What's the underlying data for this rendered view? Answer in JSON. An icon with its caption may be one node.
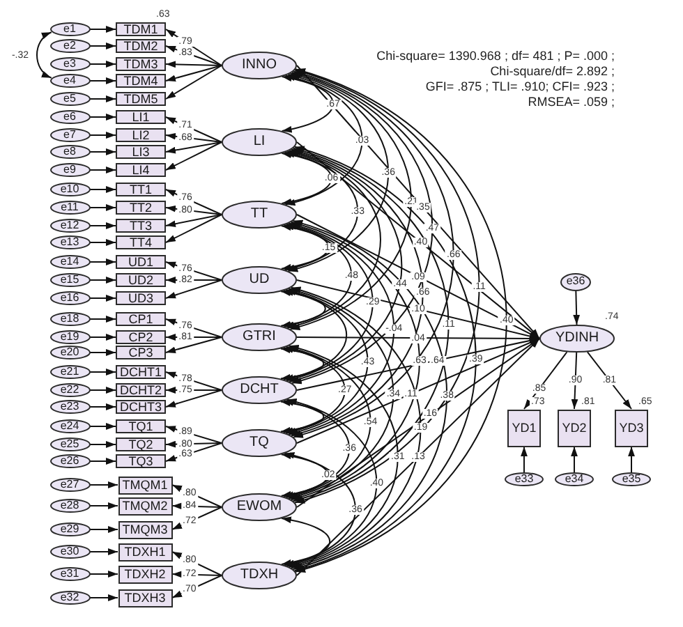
{
  "diagram": {
    "nodes": [
      {
        "text": [
          "e1"
        ]
      },
      {
        "text": [
          "e2"
        ]
      },
      {
        "text": [
          "e3"
        ]
      },
      {
        "text": [
          "e4"
        ]
      },
      {
        "text": [
          "e5"
        ]
      },
      {
        "text": [
          "e6"
        ]
      },
      {
        "text": [
          "e7"
        ]
      },
      {
        "text": [
          "e8"
        ]
      },
      {
        "text": [
          "e9"
        ]
      },
      {
        "text": [
          "e10"
        ]
      },
      {
        "text": [
          "e11"
        ]
      },
      {
        "text": [
          "e12"
        ]
      },
      {
        "text": [
          "e13"
        ]
      },
      {
        "text": [
          "e14"
        ]
      },
      {
        "text": [
          "e15"
        ]
      },
      {
        "text": [
          "e16"
        ]
      },
      {
        "text": [
          "e18"
        ]
      },
      {
        "text": [
          "e19"
        ]
      },
      {
        "text": [
          "e20"
        ]
      },
      {
        "text": [
          "e21"
        ]
      },
      {
        "text": [
          "e22"
        ]
      },
      {
        "text": [
          "e23"
        ]
      },
      {
        "text": [
          "e24"
        ]
      },
      {
        "text": [
          "e25"
        ]
      },
      {
        "text": [
          "e26"
        ]
      },
      {
        "text": [
          "e27"
        ]
      },
      {
        "text": [
          "e28"
        ]
      },
      {
        "text": [
          "e29"
        ]
      },
      {
        "text": [
          "e30"
        ]
      },
      {
        "text": [
          "e31"
        ]
      },
      {
        "text": [
          "e32"
        ]
      },
      {
        "text": [
          "TDM1"
        ],
        "beside": [
          ".63"
        ]
      },
      {
        "text": [
          "TDM2"
        ]
      },
      {
        "text": [
          "TDM3"
        ]
      },
      {
        "text": [
          "TDM4"
        ]
      },
      {
        "text": [
          "TDM5"
        ]
      },
      {
        "text": [
          "LI1"
        ]
      },
      {
        "text": [
          "LI2"
        ]
      },
      {
        "text": [
          "LI3"
        ]
      },
      {
        "text": [
          "LI4"
        ]
      },
      {
        "text": [
          "TT1"
        ]
      },
      {
        "text": [
          "TT2"
        ]
      },
      {
        "text": [
          "TT3"
        ]
      },
      {
        "text": [
          "TT4"
        ]
      },
      {
        "text": [
          "UD1"
        ]
      },
      {
        "text": [
          "UD2"
        ]
      },
      {
        "text": [
          "UD3"
        ]
      },
      {
        "text": [
          "CP1"
        ]
      },
      {
        "text": [
          "CP2"
        ]
      },
      {
        "text": [
          "CP3"
        ]
      },
      {
        "text": [
          "DCHT1"
        ]
      },
      {
        "text": [
          "DCHT2"
        ]
      },
      {
        "text": [
          "DCHT3"
        ]
      },
      {
        "text": [
          "TQ1"
        ]
      },
      {
        "text": [
          "TQ2"
        ]
      },
      {
        "text": [
          "TQ3"
        ]
      },
      {
        "text": [
          "TMQM1"
        ]
      },
      {
        "text": [
          "TMQM2"
        ]
      },
      {
        "text": [
          "TMQM3"
        ]
      },
      {
        "text": [
          "TDXH1"
        ]
      },
      {
        "text": [
          "TDXH2"
        ]
      },
      {
        "text": [
          "TDXH3"
        ]
      },
      {
        "text": [
          "INNO"
        ]
      },
      {
        "text": [
          "LI"
        ]
      },
      {
        "text": [
          "TT"
        ]
      },
      {
        "text": [
          "UD"
        ]
      },
      {
        "text": [
          "GTRI"
        ]
      },
      {
        "text": [
          "DCHT"
        ]
      },
      {
        "text": [
          "TQ"
        ]
      },
      {
        "text": [
          "EWOM"
        ]
      },
      {
        "text": [
          "TDXH"
        ]
      },
      {
        "text": [
          "e36"
        ]
      },
      {
        "text": [
          "YDINH"
        ],
        "beside": [
          ".74"
        ]
      },
      {
        "text": [
          "YD1"
        ],
        "beside": [
          ".73"
        ]
      },
      {
        "text": [
          "YD2"
        ],
        "beside": [
          ".81"
        ]
      },
      {
        "text": [
          "YD3"
        ],
        "beside": [
          ".65"
        ]
      },
      {
        "text": [
          "e33"
        ]
      },
      {
        "text": [
          "e34"
        ]
      },
      {
        "text": [
          "e35"
        ]
      }
    ],
    "edges": [
      {
        "from": 0,
        "to": 31,
        "arrow": "to"
      },
      {
        "from": 1,
        "to": 32,
        "arrow": "to"
      },
      {
        "from": 2,
        "to": 33,
        "arrow": "to"
      },
      {
        "from": 3,
        "to": 34,
        "arrow": "to"
      },
      {
        "from": 4,
        "to": 35,
        "arrow": "to"
      },
      {
        "from": 5,
        "to": 36,
        "arrow": "to"
      },
      {
        "from": 6,
        "to": 37,
        "arrow": "to"
      },
      {
        "from": 7,
        "to": 38,
        "arrow": "to"
      },
      {
        "from": 8,
        "to": 39,
        "arrow": "to"
      },
      {
        "from": 9,
        "to": 40,
        "arrow": "to"
      },
      {
        "from": 10,
        "to": 41,
        "arrow": "to"
      },
      {
        "from": 11,
        "to": 42,
        "arrow": "to"
      },
      {
        "from": 12,
        "to": 43,
        "arrow": "to"
      },
      {
        "from": 13,
        "to": 44,
        "arrow": "to"
      },
      {
        "from": 14,
        "to": 45,
        "arrow": "to"
      },
      {
        "from": 15,
        "to": 46,
        "arrow": "to"
      },
      {
        "from": 16,
        "to": 47,
        "arrow": "to"
      },
      {
        "from": 17,
        "to": 48,
        "arrow": "to"
      },
      {
        "from": 18,
        "to": 49,
        "arrow": "to"
      },
      {
        "from": 19,
        "to": 50,
        "arrow": "to"
      },
      {
        "from": 20,
        "to": 51,
        "arrow": "to"
      },
      {
        "from": 21,
        "to": 52,
        "arrow": "to"
      },
      {
        "from": 22,
        "to": 53,
        "arrow": "to"
      },
      {
        "from": 23,
        "to": 54,
        "arrow": "to"
      },
      {
        "from": 24,
        "to": 55,
        "arrow": "to"
      },
      {
        "from": 25,
        "to": 56,
        "arrow": "to"
      },
      {
        "from": 26,
        "to": 57,
        "arrow": "to"
      },
      {
        "from": 27,
        "to": 58,
        "arrow": "to"
      },
      {
        "from": 28,
        "to": 59,
        "arrow": "to"
      },
      {
        "from": 29,
        "to": 60,
        "arrow": "to"
      },
      {
        "from": 30,
        "to": 61,
        "arrow": "to"
      },
      {
        "from": 62,
        "to": 31,
        "arrow": "to",
        "label": ".79"
      },
      {
        "from": 62,
        "to": 32,
        "arrow": "to",
        "label": ".83"
      },
      {
        "from": 62,
        "to": 33,
        "arrow": "to"
      },
      {
        "from": 62,
        "to": 34,
        "arrow": "to"
      },
      {
        "from": 62,
        "to": 35,
        "arrow": "to"
      },
      {
        "from": 63,
        "to": 36,
        "arrow": "to",
        "label": ".71"
      },
      {
        "from": 63,
        "to": 37,
        "arrow": "to",
        "label": ".68"
      },
      {
        "from": 63,
        "to": 38,
        "arrow": "to"
      },
      {
        "from": 63,
        "to": 39,
        "arrow": "to"
      },
      {
        "from": 64,
        "to": 40,
        "arrow": "to",
        "label": ".76"
      },
      {
        "from": 64,
        "to": 41,
        "arrow": "to",
        "label": ".80"
      },
      {
        "from": 64,
        "to": 42,
        "arrow": "to"
      },
      {
        "from": 64,
        "to": 43,
        "arrow": "to"
      },
      {
        "from": 65,
        "to": 44,
        "arrow": "to",
        "label": ".76"
      },
      {
        "from": 65,
        "to": 45,
        "arrow": "to",
        "label": ".82"
      },
      {
        "from": 65,
        "to": 46,
        "arrow": "to"
      },
      {
        "from": 66,
        "to": 47,
        "arrow": "to",
        "label": ".76"
      },
      {
        "from": 66,
        "to": 48,
        "arrow": "to",
        "label": ".81"
      },
      {
        "from": 66,
        "to": 49,
        "arrow": "to"
      },
      {
        "from": 67,
        "to": 50,
        "arrow": "to",
        "label": ".78"
      },
      {
        "from": 67,
        "to": 51,
        "arrow": "to",
        "label": ".75"
      },
      {
        "from": 67,
        "to": 52,
        "arrow": "to"
      },
      {
        "from": 68,
        "to": 53,
        "arrow": "to",
        "label": ".89"
      },
      {
        "from": 68,
        "to": 54,
        "arrow": "to",
        "label": ".80"
      },
      {
        "from": 68,
        "to": 55,
        "arrow": "to",
        "label": ".63"
      },
      {
        "from": 69,
        "to": 56,
        "arrow": "to",
        "label": ".80"
      },
      {
        "from": 69,
        "to": 57,
        "arrow": "to",
        "label": ".84"
      },
      {
        "from": 69,
        "to": 58,
        "arrow": "to",
        "label": ".72"
      },
      {
        "from": 70,
        "to": 59,
        "arrow": "to",
        "label": ".80"
      },
      {
        "from": 70,
        "to": 60,
        "arrow": "to",
        "label": ".72"
      },
      {
        "from": 70,
        "to": 61,
        "arrow": "to",
        "label": ".70"
      },
      {
        "from": 0,
        "to": 3,
        "arrow": "both",
        "label": "-.32"
      },
      {
        "from": 62,
        "to": 63,
        "arrow": "both",
        "label": ".67"
      },
      {
        "from": 62,
        "to": 64,
        "arrow": "both",
        "label": ".03"
      },
      {
        "from": 62,
        "to": 65,
        "arrow": "both",
        "label": ".36"
      },
      {
        "from": 62,
        "to": 66,
        "arrow": "both",
        "label": ".21"
      },
      {
        "from": 62,
        "to": 67,
        "arrow": "both",
        "label": ".47"
      },
      {
        "from": 62,
        "to": 68,
        "arrow": "both",
        "label": ".66"
      },
      {
        "from": 62,
        "to": 69,
        "arrow": "both",
        "label": ".11"
      },
      {
        "from": 62,
        "to": 70,
        "arrow": "both",
        "label": ".40"
      },
      {
        "from": 63,
        "to": 64,
        "arrow": "both",
        "label": ".06"
      },
      {
        "from": 63,
        "to": 65,
        "arrow": "both",
        "label": ".33"
      },
      {
        "from": 63,
        "to": 66,
        "arrow": "both"
      },
      {
        "from": 63,
        "to": 67,
        "arrow": "both",
        "label": ".44"
      },
      {
        "from": 63,
        "to": 68,
        "arrow": "both",
        "label": ".66"
      },
      {
        "from": 63,
        "to": 69,
        "arrow": "both",
        "label": ".11"
      },
      {
        "from": 63,
        "to": 70,
        "arrow": "both",
        "label": ".39"
      },
      {
        "from": 64,
        "to": 65,
        "arrow": "both",
        "label": ".15"
      },
      {
        "from": 64,
        "to": 66,
        "arrow": "both",
        "label": ".48"
      },
      {
        "from": 64,
        "to": 67,
        "arrow": "both",
        "label": ".29"
      },
      {
        "from": 64,
        "to": 68,
        "arrow": "both",
        "label": "-.04"
      },
      {
        "from": 64,
        "to": 69,
        "arrow": "both",
        "label": ".63"
      },
      {
        "from": 64,
        "to": 70,
        "arrow": "both",
        "label": ".38"
      },
      {
        "from": 65,
        "to": 66,
        "arrow": "both"
      },
      {
        "from": 65,
        "to": 67,
        "arrow": "both"
      },
      {
        "from": 65,
        "to": 68,
        "arrow": "both",
        "label": ".43"
      },
      {
        "from": 65,
        "to": 69,
        "arrow": "both",
        "label": ".34"
      },
      {
        "from": 65,
        "to": 70,
        "arrow": "both",
        "label": ".19"
      },
      {
        "from": 66,
        "to": 67,
        "arrow": "both"
      },
      {
        "from": 66,
        "to": 68,
        "arrow": "both",
        "label": ".27"
      },
      {
        "from": 66,
        "to": 69,
        "arrow": "both",
        "label": ".54"
      },
      {
        "from": 66,
        "to": 70,
        "arrow": "both",
        "label": ".31"
      },
      {
        "from": 67,
        "to": 68,
        "arrow": "both"
      },
      {
        "from": 67,
        "to": 69,
        "arrow": "both",
        "label": ".36"
      },
      {
        "from": 67,
        "to": 70,
        "arrow": "both",
        "label": ".40"
      },
      {
        "from": 68,
        "to": 69,
        "arrow": "both",
        "label": ".02"
      },
      {
        "from": 68,
        "to": 70,
        "arrow": "both",
        "label": ".36"
      },
      {
        "from": 69,
        "to": 70,
        "arrow": "both"
      },
      {
        "from": 62,
        "to": 72,
        "arrow": "to",
        "label": ".35"
      },
      {
        "from": 63,
        "to": 72,
        "arrow": "to",
        "label": ".40"
      },
      {
        "from": 64,
        "to": 72,
        "arrow": "to",
        "label": ".09"
      },
      {
        "from": 65,
        "to": 72,
        "arrow": "to",
        "label": ".10"
      },
      {
        "from": 66,
        "to": 72,
        "arrow": "to",
        "label": ".04"
      },
      {
        "from": 67,
        "to": 72,
        "arrow": "to",
        "label": ".64"
      },
      {
        "from": 68,
        "to": 72,
        "arrow": "to",
        "label": ".11"
      },
      {
        "from": 69,
        "to": 72,
        "arrow": "to",
        "label": ".16"
      },
      {
        "from": 70,
        "to": 72,
        "arrow": "to",
        "label": ".13"
      },
      {
        "from": 71,
        "to": 72,
        "arrow": "to"
      },
      {
        "from": 72,
        "to": 73,
        "arrow": "to",
        "label": ".85"
      },
      {
        "from": 72,
        "to": 74,
        "arrow": "to",
        "label": ".90"
      },
      {
        "from": 72,
        "to": 75,
        "arrow": "to",
        "label": ".81"
      },
      {
        "from": 76,
        "to": 73,
        "arrow": "to"
      },
      {
        "from": 77,
        "to": 74,
        "arrow": "to"
      },
      {
        "from": 78,
        "to": 75,
        "arrow": "to"
      }
    ],
    "labels": [
      "Chi-square= 1390.968 ; df= 481 ; P= .000 ;",
      "Chi-square/df= 2.892 ;",
      "GFI= .875 ; TLI= .910; CFI= .923 ;",
      "RMSEA= .059 ;"
    ]
  }
}
